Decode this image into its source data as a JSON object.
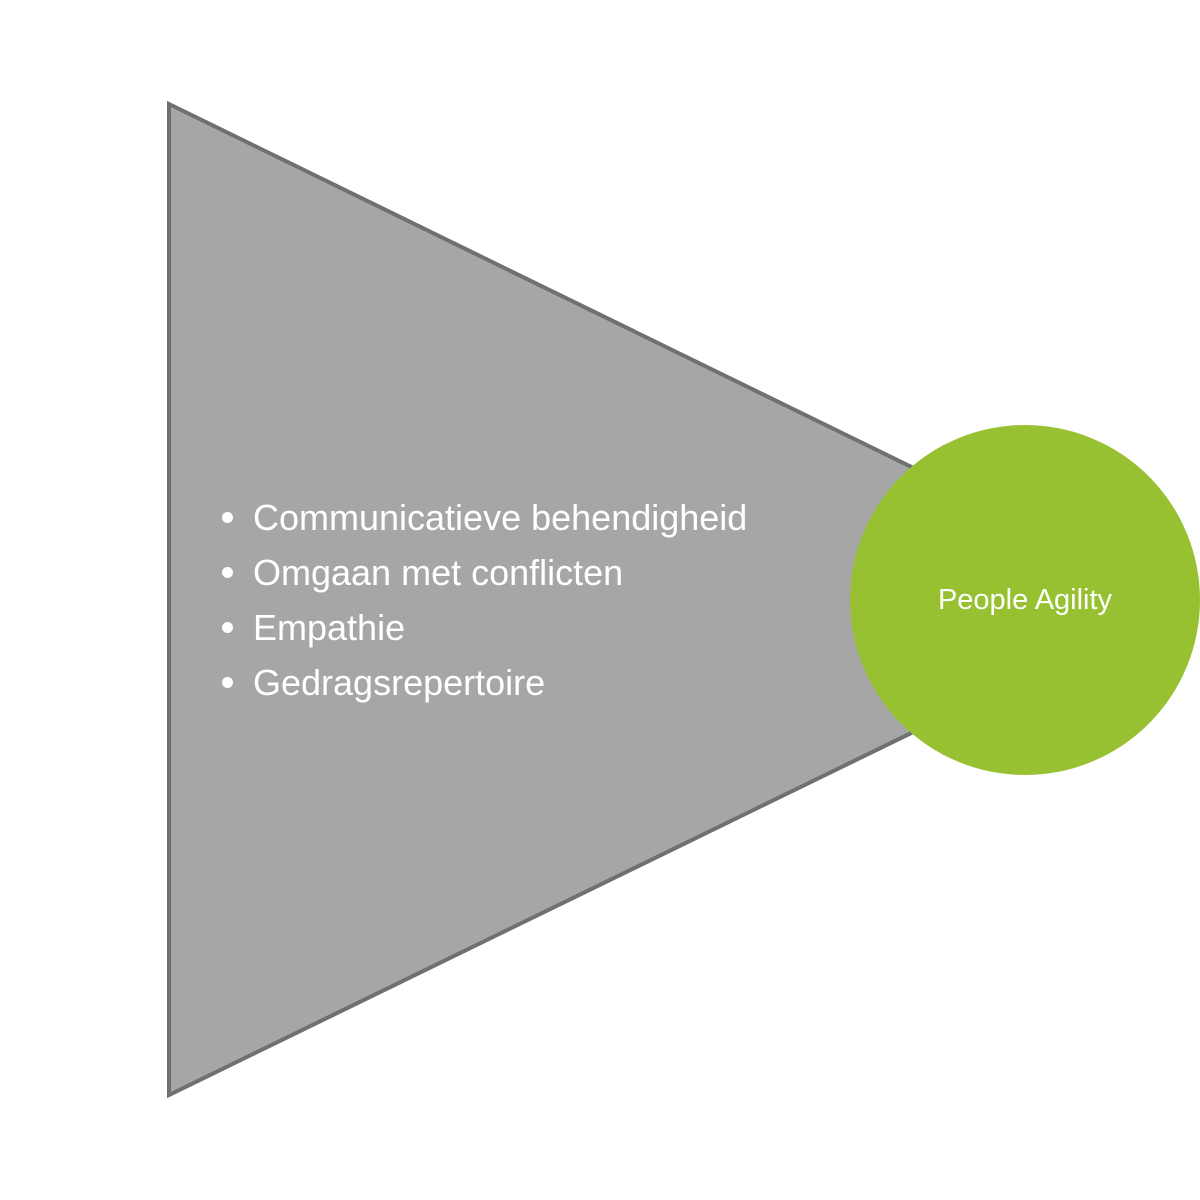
{
  "diagram": {
    "funnel": {
      "fill_color": "#a6a6a6",
      "stroke_color": "#707070",
      "items": [
        {
          "label": "Communicatieve behendigheid"
        },
        {
          "label": "Omgaan met conflicten"
        },
        {
          "label": "Empathie"
        },
        {
          "label": "Gedragsrepertoire"
        }
      ]
    },
    "target": {
      "fill_color": "#97c131",
      "label": "People Agility"
    }
  }
}
